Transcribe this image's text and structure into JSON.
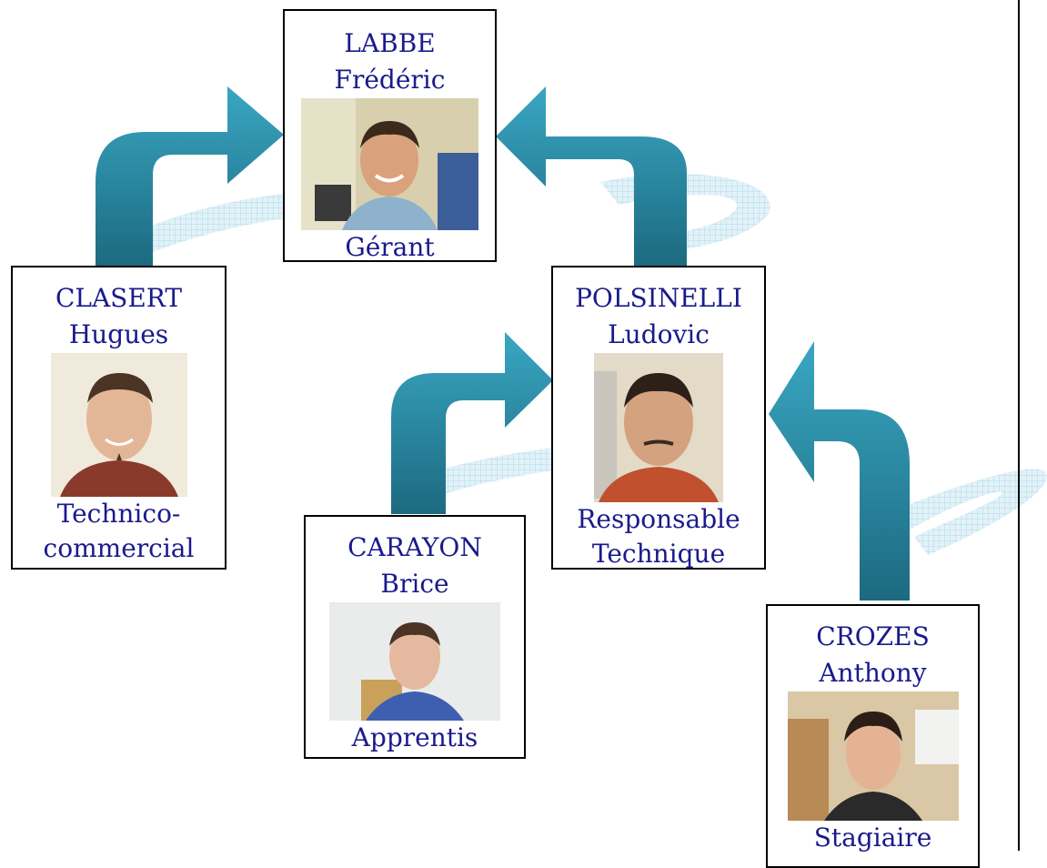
{
  "people": [
    {
      "id": "labbe",
      "last": "LABBE",
      "first": "Frédéric",
      "role": "Gérant"
    },
    {
      "id": "clasert",
      "last": "CLASERT",
      "first": "Hugues",
      "role": "Technico-commercial"
    },
    {
      "id": "polsinelli",
      "last": "POLSINELLI",
      "first": "Ludovic",
      "role": "Responsable Technique"
    },
    {
      "id": "carayon",
      "last": "CARAYON",
      "first": "Brice",
      "role": "Apprentis"
    },
    {
      "id": "crozes",
      "last": "CROZES",
      "first": "Anthony",
      "role": "Stagiaire"
    }
  ],
  "reports_to": [
    {
      "from": "clasert",
      "to": "labbe"
    },
    {
      "from": "polsinelli",
      "to": "labbe"
    },
    {
      "from": "carayon",
      "to": "polsinelli"
    },
    {
      "from": "crozes",
      "to": "polsinelli"
    }
  ],
  "colors": {
    "text": "#1a1a8c",
    "arrow": "#2f8fa8",
    "arrow_dark": "#1c6478",
    "ribbon": "#cfe9f2"
  },
  "icons": [
    "portrait-photo",
    "curved-arrow"
  ]
}
